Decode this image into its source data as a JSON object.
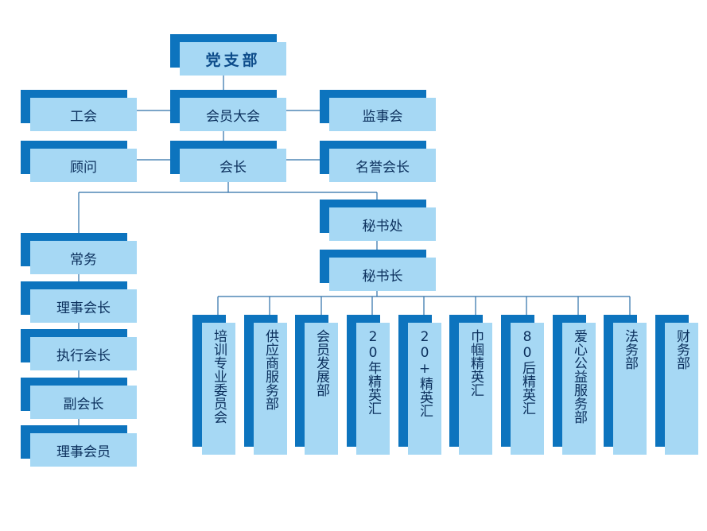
{
  "org_chart": {
    "top": "党支部",
    "row1": {
      "left": "工会",
      "center": "会员大会",
      "right": "监事会"
    },
    "row2": {
      "left": "顾问",
      "center": "会长",
      "right": "名誉会长"
    },
    "left_column": [
      "常务",
      "理事会长",
      "执行会长",
      "副会长",
      "理事会员"
    ],
    "secretariat": "秘书处",
    "secretary_general": "秘书长",
    "departments": [
      "培训专业委员会",
      "供应商服务部",
      "会员发展部",
      "20年精英汇",
      "20+精英汇",
      "巾帼精英汇",
      "80后精英汇",
      "爱心公益服务部",
      "法务部",
      "财务部"
    ]
  },
  "colors": {
    "face": "#a6d8f4",
    "shadow": "#0d74be",
    "line": "#2c6fa8",
    "text": "#0b2f5c"
  }
}
